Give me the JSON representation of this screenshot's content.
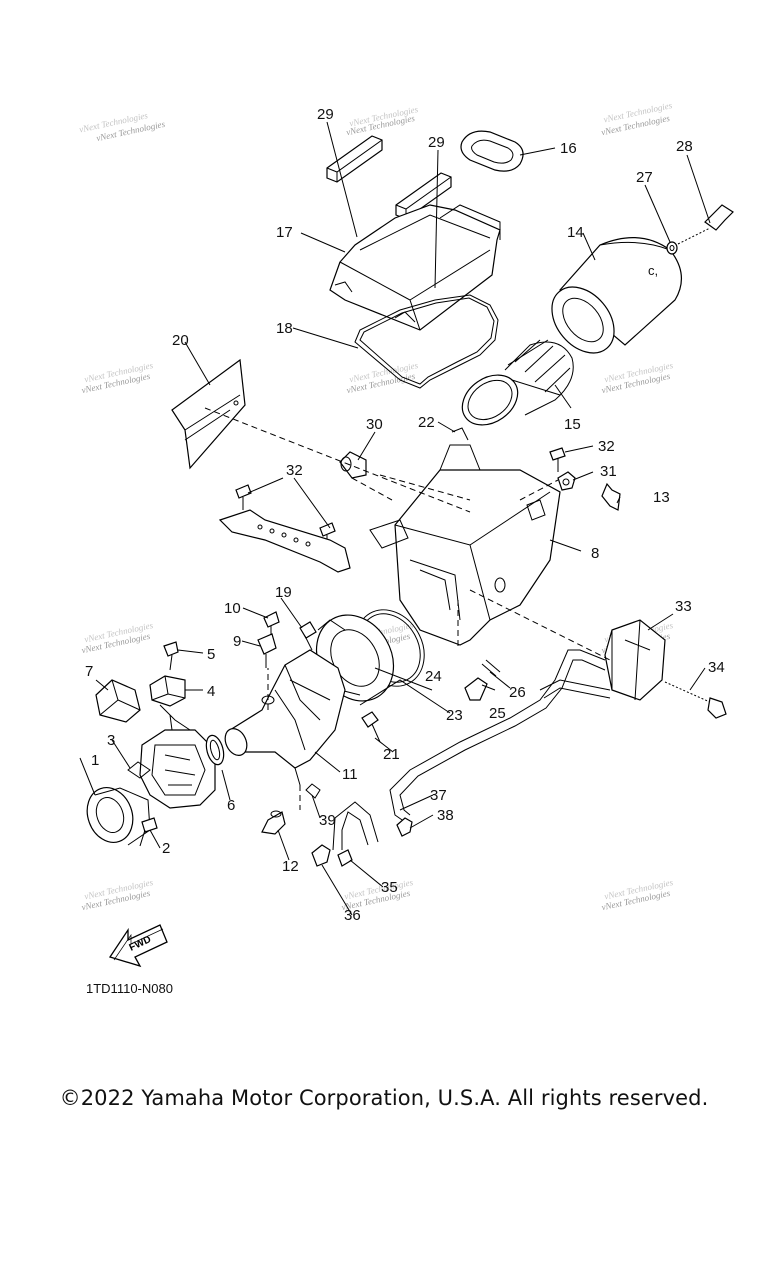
{
  "diagram_code": "1TD1110-N080",
  "fwd_label": "FWD",
  "watermark": "vNext Technologies",
  "copyright": "©2022 Yamaha Motor Corporation, U.S.A. All rights reserved.",
  "callouts": [
    "1",
    "2",
    "3",
    "4",
    "5",
    "6",
    "7",
    "8",
    "9",
    "10",
    "11",
    "12",
    "13",
    "14",
    "15",
    "16",
    "17",
    "18",
    "19",
    "20",
    "21",
    "22",
    "23",
    "24",
    "25",
    "26",
    "27",
    "28",
    "29",
    "29",
    "30",
    "31",
    "32",
    "32",
    "33",
    "34",
    "35",
    "36",
    "37",
    "38",
    "39"
  ]
}
